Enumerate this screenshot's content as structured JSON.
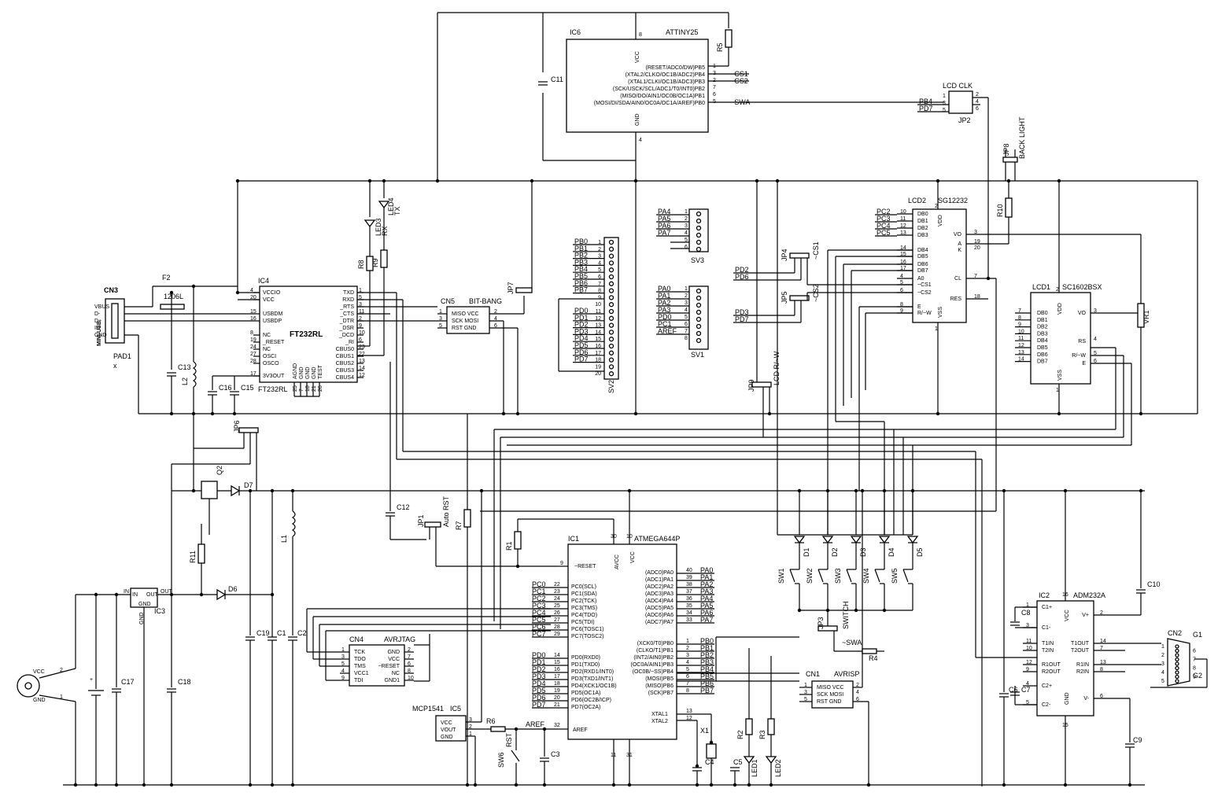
{
  "ics": {
    "ic6": {
      "ref": "IC6",
      "name": "ATTINY25",
      "pins": [
        "(RESET/ADC0/DW)PB5",
        "(XTAL2/CLKO/OC1B/ADC2)PB4",
        "(XTAL1/CLKI/OC1B/ADC3)PB3",
        "(SCK/USCK/SCL/ADC1/T0/INT0)PB2",
        "(MISO/DO/AIN1/OC0B/OC1A)PB1",
        "(MOSI/DI/SDA/AIN0/OC0A/OC1A/AREF)PB0"
      ],
      "vcc": "VCC",
      "gnd": "GND"
    },
    "ic4": {
      "ref": "IC4",
      "name": "FT232RL",
      "sub": "FT232RL",
      "left": [
        "VCCIO",
        "VCC",
        "USBDM",
        "USBDP",
        "NC",
        "_RESET",
        "NC",
        "OSCI",
        "OSCO",
        "3V3OUT"
      ],
      "right": [
        "TXD",
        "RXD",
        "_RTS",
        "_CTS",
        "_DTR",
        "_DSR",
        "_DCD",
        "_RI",
        "CBUS0",
        "CBUS1",
        "CBUS2",
        "CBUS3",
        "CBUS4"
      ],
      "bottom": [
        "AGND",
        "GND",
        "GND",
        "GND",
        "TEST"
      ]
    },
    "ic1": {
      "ref": "IC1",
      "name": "ATMEGA644P",
      "reset": "~RESET",
      "avcc": "AVCC",
      "vcc": "VCC",
      "aref": "AREF",
      "left": [
        "PC0(SCL)",
        "PC1(SDA)",
        "PC2(TCK)",
        "PC3(TMS)",
        "PC4(TDO)",
        "PC5(TDI)",
        "PC6(TOSC1)",
        "PC7(TOSC2)",
        "PD0(RXD0)",
        "PD1(TXD0)",
        "PD2(RXD1/INT0)",
        "PD3(TXD1/INT1)",
        "PD4(XCK1/OC1B)",
        "PD5(OC1A)",
        "PD6(OC2B/ICP)",
        "PD7(OC2A)"
      ],
      "right": [
        "(ADC0)PA0",
        "(ADC1)PA1",
        "(ADC2)PA2",
        "(ADC3)PA3",
        "(ADC4)PA4",
        "(ADC5)PA5",
        "(ADC6)PA6",
        "(ADC7)PA7",
        "(XCK0/T0)PB0",
        "(CLKO/T1)PB1",
        "(INT2/AIN0)PB2",
        "(OC0A/AIN1)PB3",
        "(OC0B/~SS)PB4",
        "(MOSI)PB5",
        "(MISO)PB6",
        "(SCK)PB7"
      ],
      "xtal": [
        "XTAL1",
        "XTAL2"
      ]
    },
    "ic2": {
      "ref": "IC2",
      "name": "ADM232A",
      "left": [
        "C1+",
        "C1-",
        "T1IN",
        "T2IN",
        "R1OUT",
        "R2OUT",
        "C2+",
        "C2-"
      ],
      "right": [
        "V+",
        "T1OUT",
        "T2OUT",
        "R1IN",
        "R2IN",
        "V-"
      ],
      "vcc": "VCC",
      "gnd": "GND"
    },
    "ic3": {
      "ref": "IC3",
      "in": "IN",
      "out": "OUT",
      "gnd": "GND"
    },
    "ic5": {
      "ref": "IC5",
      "name": "MCP1541",
      "pins": [
        "VCC",
        "VOUT",
        "GND"
      ]
    },
    "lcd2": {
      "ref": "LCD2",
      "name": "SG12232",
      "left": [
        "DB0",
        "DB1",
        "DB2",
        "DB3",
        "DB4",
        "DB5",
        "DB6",
        "DB7",
        "A0",
        "~CS1",
        "~CS2",
        "E",
        "R/~W"
      ],
      "right": [
        "VO",
        "A",
        "K",
        "CL",
        "RES"
      ],
      "vdd": "VDD",
      "vss": "VSS"
    },
    "lcd1": {
      "ref": "LCD1",
      "name": "SC1602BSX",
      "left": [
        "DB0",
        "DB1",
        "DB2",
        "DB3",
        "DB4",
        "DB5",
        "DB6",
        "DB7"
      ],
      "right": [
        "VO",
        "RS",
        "R/~W",
        "E"
      ],
      "vdd": "VDD",
      "vss": "VSS"
    }
  },
  "connectors": {
    "cn3": {
      "ref": "CN3",
      "name": "MINI-USB",
      "pins": [
        "VBUS",
        "D-",
        "D+",
        "ID",
        "GND"
      ]
    },
    "cn5": {
      "ref": "CN5",
      "name": "BIT-BANG",
      "pins": [
        "MISO VCC",
        "SCK MOSI",
        "RST  GND"
      ]
    },
    "cn4": {
      "ref": "CN4",
      "name": "AVRJTAG",
      "left": [
        "TCK",
        "TDO",
        "TMS",
        "VCC1",
        "TDI"
      ],
      "right": [
        "GND",
        "VCC",
        "~RESET",
        "NC",
        "GND1"
      ]
    },
    "cn1": {
      "ref": "CN1",
      "name": "AVRISP",
      "pins": [
        "MISO VCC",
        "SCK MOSI",
        "RST  GND"
      ]
    },
    "cn2": {
      "ref": "CN2",
      "g1": "G1",
      "g2": "G2"
    },
    "sv2": {
      "ref": "SV2",
      "labels": [
        "PB0",
        "PB1",
        "PB2",
        "PB3",
        "PB4",
        "PB5",
        "PB6",
        "PB7",
        "",
        "",
        "PD0",
        "PD1",
        "PD2",
        "PD3",
        "PD4",
        "PD5",
        "PD6",
        "PD7",
        "",
        ""
      ]
    },
    "sv3": {
      "ref": "SV3",
      "labels": [
        "PA4",
        "PA5",
        "PA6",
        "PA7"
      ]
    },
    "sv1": {
      "ref": "SV1",
      "labels": [
        "PA0",
        "PA1",
        "PA2",
        "PA3",
        "PD0",
        "PC1",
        "AREF"
      ]
    },
    "jp2": {
      "ref": "JP2",
      "name": "LCD CLK",
      "labels": [
        "PB4",
        "PD7"
      ]
    }
  },
  "jumpers": {
    "jp1": "JP1",
    "jp1_name": "Auto RST",
    "jp3": "JP3",
    "jp3_name": "SWITCH",
    "jp4": "JP4",
    "jp4_name": "~CS1",
    "jp5": "JP5",
    "jp5_name": "~CS2",
    "jp6": "JP6",
    "jp7": "JP7",
    "jp8": "JP8",
    "jp8_name": "BACK LIGHT",
    "jp9": "JP9",
    "jp9_name": "LCD R/~W"
  },
  "passives": {
    "f2": "F2",
    "f2_val": "1206L",
    "r5": "R5",
    "r8": "R8",
    "r9": "R9",
    "r10": "R10",
    "r11": "R11",
    "r1": "R1",
    "r2": "R2",
    "r3": "R3",
    "r4": "R4",
    "r6": "R6",
    "r7": "R7",
    "c1": "C1",
    "c2": "C2",
    "c3": "C3",
    "c4": "C4",
    "c5": "C5",
    "c6": "C6",
    "c7": "C7",
    "c8": "C8",
    "c9": "C9",
    "c10": "C10",
    "c11": "C11",
    "c12": "C12",
    "c13": "C13",
    "c15": "C15",
    "c16": "C16",
    "c17": "C17",
    "c18": "C18",
    "c19": "C19",
    "l1": "L1",
    "l2": "L2",
    "q2": "Q2",
    "x1": "X1",
    "d1": "D1",
    "d2": "D2",
    "d3": "D3",
    "d4": "D4",
    "d5": "D5",
    "d6": "D6",
    "d7": "D7",
    "led1": "LED1",
    "led2": "LED2",
    "led3": "LED3",
    "led4": "LED4",
    "rx": "RX",
    "tx": "TX",
    "sw1": "SW1",
    "sw2": "SW2",
    "sw3": "SW3",
    "sw4": "SW4",
    "sw5": "SW5",
    "sw6": "SW6",
    "rst": "RST",
    "vr1": "VR1",
    "pad1": "PAD1"
  },
  "power": {
    "vcc": "VCC",
    "gnd": "GND",
    "plus": "+",
    "one": "1",
    "two": "2"
  },
  "signals": {
    "ic6_right": [
      "~CS1",
      "~CS2",
      "~SWA"
    ],
    "ic1_pa": [
      "PA0",
      "PA1",
      "PA2",
      "PA3",
      "PA4",
      "PA5",
      "PA6",
      "PA7"
    ],
    "ic1_pb": [
      "PB0",
      "PB1",
      "PB2",
      "PB3",
      "PB4",
      "PB5",
      "PB6",
      "PB7"
    ],
    "ic1_pc": [
      "PC0",
      "PC1",
      "PC2",
      "PC3",
      "PC4",
      "PC5",
      "PC6",
      "PC7"
    ],
    "ic1_pd": [
      "PD0",
      "PD1",
      "PD2",
      "PD3",
      "PD4",
      "PD5",
      "PD6",
      "PD7"
    ],
    "lcd2_pc": [
      "PC2",
      "PC3",
      "PC4",
      "PC5"
    ],
    "jp4_sig": [
      "PD2",
      "PD6"
    ],
    "jp5_sig": [
      "PD3",
      "PD7"
    ],
    "aref": "AREF",
    "swa": "~SWA"
  },
  "pin_numbers": {
    "ic6_right": [
      "1",
      "3",
      "2",
      "7",
      "6",
      "5"
    ],
    "ic6_vcc": "8",
    "ic6_gnd": "4",
    "ic4_left": [
      "4",
      "20",
      "15",
      "16",
      "8",
      "19",
      "24",
      "27",
      "28",
      "17"
    ],
    "ic4_right": [
      "1",
      "5",
      "3",
      "11",
      "2",
      "9",
      "10",
      "6",
      "23",
      "22",
      "13",
      "14",
      "12"
    ],
    "ic4_bottom": [
      "25",
      "7",
      "18",
      "21",
      "26"
    ],
    "ic1_left": [
      "22",
      "23",
      "24",
      "25",
      "26",
      "27",
      "28",
      "29",
      "14",
      "15",
      "16",
      "17",
      "18",
      "19",
      "20",
      "21"
    ],
    "ic1_right": [
      "40",
      "39",
      "38",
      "37",
      "36",
      "35",
      "34",
      "33",
      "1",
      "2",
      "3",
      "4",
      "5",
      "6",
      "7",
      "8"
    ],
    "ic1_misc": [
      "9",
      "30",
      "10",
      "32",
      "13",
      "12",
      "11",
      "31"
    ],
    "ic2_left": [
      "1",
      "3",
      "11",
      "10",
      "12",
      "9",
      "4",
      "5"
    ],
    "ic2_right": [
      "2",
      "14",
      "7",
      "13",
      "8",
      "6"
    ],
    "ic2_vcc": "16",
    "ic2_gnd": "15",
    "lcd2_left": [
      "10",
      "11",
      "12",
      "13",
      "14",
      "15",
      "16",
      "17",
      "4",
      "5",
      "6",
      "8",
      "9"
    ],
    "lcd2_right": [
      "3",
      "19",
      "20",
      "7",
      "18"
    ],
    "lcd2_vdd": "2",
    "lcd2_vss": "1",
    "lcd1_left": [
      "7",
      "8",
      "9",
      "10",
      "11",
      "12",
      "13",
      "14"
    ],
    "lcd1_right": [
      "3",
      "4",
      "5",
      "6"
    ],
    "lcd1_vdd": "2",
    "lcd1_vss": "1",
    "cn4_left": [
      "1",
      "3",
      "5",
      "4",
      "9"
    ],
    "cn4_right": [
      "2",
      "7",
      "6",
      "8",
      "10"
    ],
    "cn5_left": [
      "1",
      "3",
      "5"
    ],
    "cn5_right": [
      "2",
      "4",
      "6"
    ],
    "cn1_left": [
      "1",
      "3",
      "5"
    ],
    "cn1_right": [
      "2",
      "4",
      "6"
    ],
    "ic5": [
      "3",
      "2",
      "1"
    ],
    "sv2": [
      "1",
      "2",
      "3",
      "4",
      "5",
      "6",
      "7",
      "8",
      "9",
      "10",
      "11",
      "12",
      "13",
      "14",
      "15",
      "16",
      "17",
      "18",
      "19",
      "20"
    ],
    "sv3": [
      "1",
      "2",
      "3",
      "4",
      "5",
      "6"
    ],
    "sv1": [
      "1",
      "2",
      "3",
      "4",
      "5",
      "6",
      "7",
      "8"
    ],
    "jp2": [
      "1",
      "3",
      "5",
      "2",
      "4",
      "6"
    ],
    "cn2": [
      "1",
      "6",
      "2",
      "7",
      "3",
      "8",
      "4",
      "9",
      "5"
    ]
  }
}
